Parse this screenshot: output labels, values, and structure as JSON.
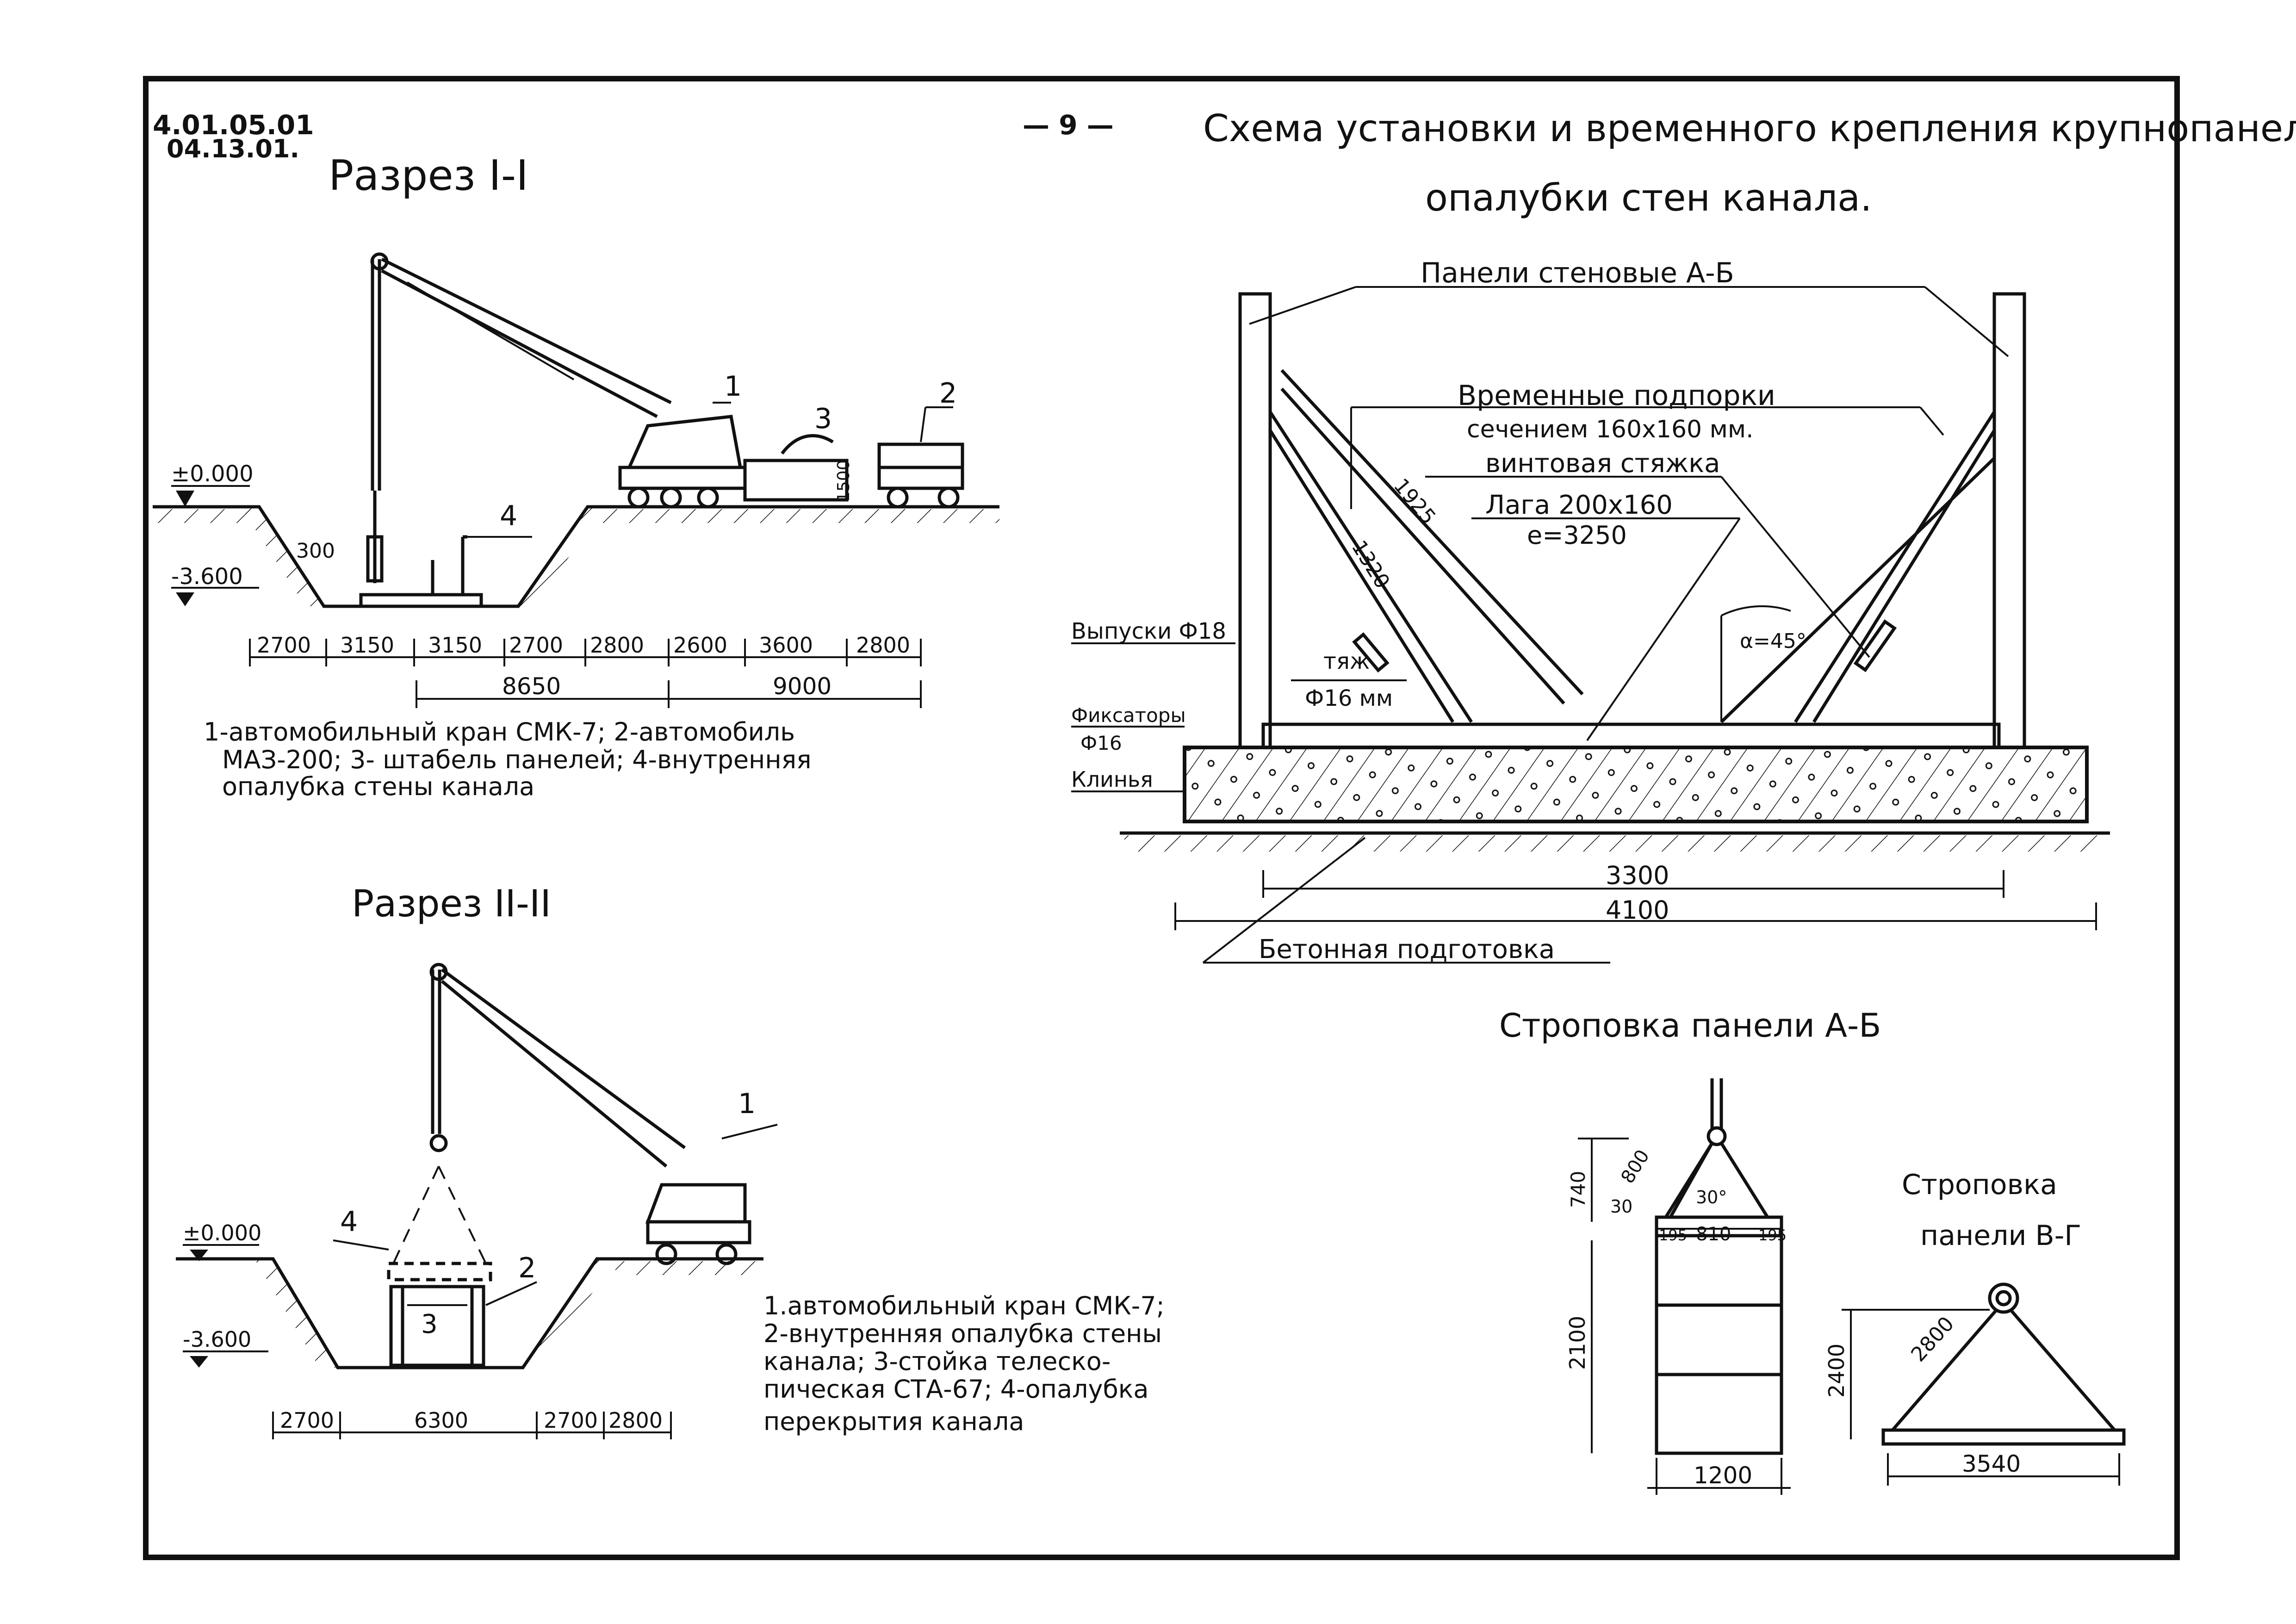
{
  "header": {
    "doc_code": "4.01.05.01",
    "doc_date": "04.13.01.",
    "page_number": "— 9 —",
    "title_line1": "Схема установки и временного крепления крупнопанельной",
    "title_line2": "опалубки стен канала."
  },
  "section1": {
    "title": "Разрез I-I",
    "elev_top": "±0.000",
    "elev_bottom": "-3.600",
    "dim_300": "300",
    "dim_1500": "1500",
    "marker_1": "1",
    "marker_2": "2",
    "marker_3": "3",
    "marker_4": "4",
    "dims": [
      "2700",
      "3150",
      "3150",
      "2700",
      "2800",
      "2600",
      "3600",
      "2800"
    ],
    "total_left": "8650",
    "total_right": "9000",
    "legend_line1": "1-автомобильный кран СМК-7; 2-автомобиль",
    "legend_line2": "МАЗ-200; 3- штабель панелей; 4-внутренняя",
    "legend_line3": "опалубка стены канала"
  },
  "section2": {
    "title": "Разрез II-II",
    "elev_top": "±0.000",
    "elev_bottom": "-3.600",
    "marker_1": "1",
    "marker_2": "2",
    "marker_3": "3",
    "marker_4": "4",
    "dims": [
      "2700",
      "6300",
      "2700",
      "2800"
    ],
    "legend_line1": "1.автомобильный кран СМК-7;",
    "legend_line2": "2-внутренняя опалубка стены",
    "legend_line3": "канала; 3-стойка телеско-",
    "legend_line4": "пическая СТА-67; 4-опалубка",
    "legend_line5": "перекрытия канала"
  },
  "main": {
    "label_panels": "Панели стеновые А-Б",
    "label_props_line1": "Временные подпорки",
    "label_props_line2": "сечением 160х160 мм.",
    "label_screw": "винтовая стяжка",
    "label_lag_line1": "Лага 200х160",
    "label_lag_line2": "е=3250",
    "label_outlets": "Выпуски Ф18",
    "label_fixators_line1": "Фиксаторы",
    "label_fixators_line2": "Ф16",
    "label_wedges": "Клинья",
    "label_rod_line1": "тяж",
    "label_rod_line2": "Ф16 мм",
    "label_angle": "α=45°",
    "dim_1925": "1925",
    "dim_1320": "1320",
    "dim_3300": "3300",
    "dim_4100": "4100",
    "label_concrete": "Бетонная подготовка"
  },
  "sling_ab": {
    "title": "Строповка панели А-Б",
    "dim_740": "740",
    "dim_800": "800",
    "dim_30": "30",
    "dim_30b": "30°",
    "dim_195a": "195",
    "dim_810": "810",
    "dim_195b": "195",
    "dim_2100": "2100",
    "dim_1200": "1200"
  },
  "sling_vg": {
    "title_line1": "Строповка",
    "title_line2": "панели В-Г",
    "dim_2400": "2400",
    "dim_2800": "2800",
    "dim_3540": "3540"
  }
}
